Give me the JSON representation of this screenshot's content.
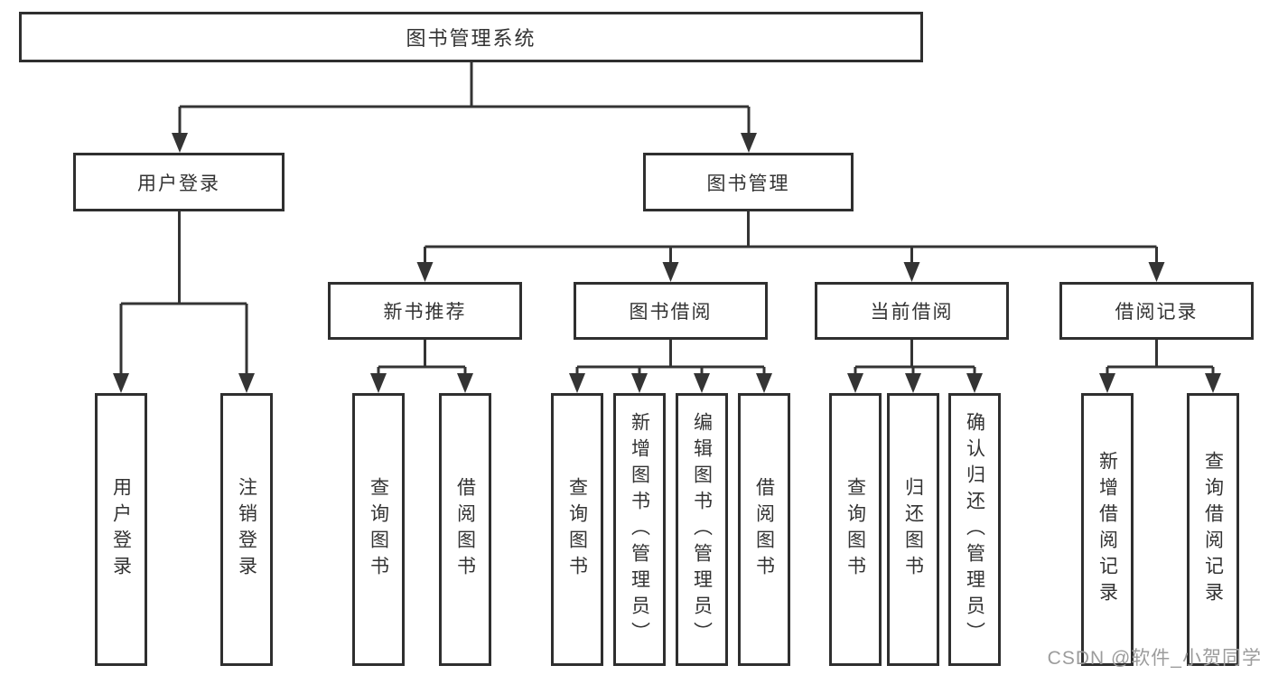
{
  "colors": {
    "line": "#343434",
    "box_border": "#2f2f2f",
    "text": "#333333",
    "watermark_text": "#9c9c9c",
    "background": "#ffffff"
  },
  "watermark": "CSDN @软件_小贺同学",
  "diagram": {
    "type": "hierarchy-tree",
    "root_label": "图书管理系统",
    "branches": [
      {
        "label": "用户登录",
        "leaves": [
          "用户登录",
          "注销登录"
        ]
      },
      {
        "label": "图书管理",
        "sections": [
          {
            "label": "新书推荐",
            "leaves": [
              "查询图书",
              "借阅图书"
            ]
          },
          {
            "label": "图书借阅",
            "leaves": [
              "查询图书",
              "新增图书（管理员）",
              "编辑图书（管理员）",
              "借阅图书"
            ]
          },
          {
            "label": "当前借阅",
            "leaves": [
              "查询图书",
              "归还图书",
              "确认归还（管理员）"
            ]
          },
          {
            "label": "借阅记录",
            "leaves": [
              "新增借阅记录",
              "查询借阅记录"
            ]
          }
        ]
      }
    ]
  }
}
